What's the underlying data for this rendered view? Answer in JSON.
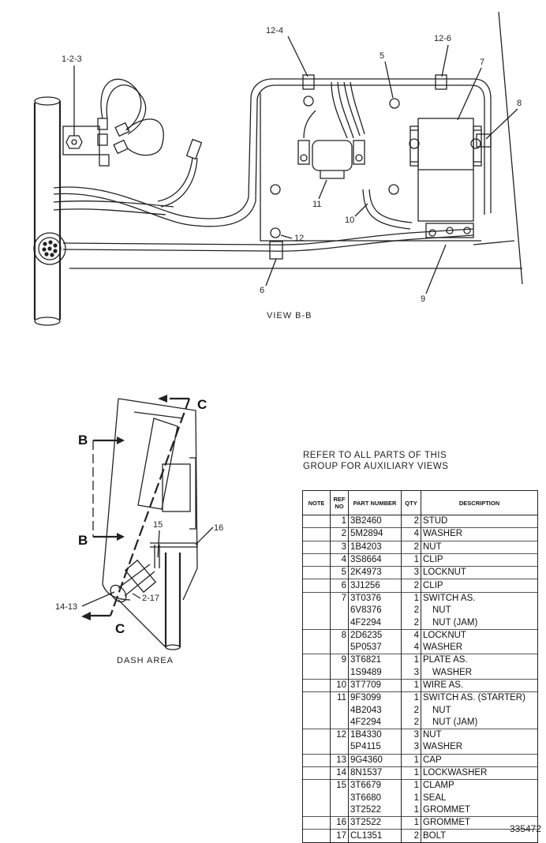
{
  "view_bb": {
    "caption": "VIEW B-B",
    "callouts": [
      "1-2-3",
      "12-4",
      "5",
      "12-6",
      "7",
      "8",
      "11",
      "10",
      "12",
      "6",
      "9"
    ]
  },
  "dash_area": {
    "caption": "DASH AREA",
    "section_letters": [
      "B",
      "B",
      "C",
      "C"
    ],
    "callouts": [
      "15",
      "16",
      "14-13",
      "2-17"
    ]
  },
  "refer_note": [
    "REFER TO ALL PARTS OF THIS",
    "GROUP FOR AUXILIARY VIEWS"
  ],
  "table": {
    "headers": {
      "note": "NOTE",
      "ref": "REF NO",
      "part": "PART NUMBER",
      "qty": "QTY",
      "desc": "DESCRIPTION"
    },
    "rows": [
      {
        "ref": "1",
        "part": "3B2460",
        "qty": "2",
        "desc": "STUD"
      },
      {
        "ref": "2",
        "part": "5M2894",
        "qty": "4",
        "desc": "WASHER"
      },
      {
        "ref": "3",
        "part": "1B4203",
        "qty": "2",
        "desc": "NUT"
      },
      {
        "ref": "4",
        "part": "3S8664",
        "qty": "1",
        "desc": "CLIP"
      },
      {
        "ref": "5",
        "part": "2K4973",
        "qty": "3",
        "desc": "LOCKNUT"
      },
      {
        "ref": "6",
        "part": "3J1256",
        "qty": "2",
        "desc": "CLIP"
      },
      {
        "ref": "7",
        "part": "3T0376",
        "qty": "1",
        "desc": "SWITCH AS."
      },
      {
        "ref": "",
        "part": "6V8376",
        "qty": "2",
        "desc": "NUT",
        "sub": true
      },
      {
        "ref": "",
        "part": "4F2294",
        "qty": "2",
        "desc": "NUT (JAM)",
        "sub": true
      },
      {
        "ref": "8",
        "part": "2D6235",
        "qty": "4",
        "desc": "LOCKNUT"
      },
      {
        "ref": "",
        "part": "5P0537",
        "qty": "4",
        "desc": "WASHER"
      },
      {
        "ref": "9",
        "part": "3T6821",
        "qty": "1",
        "desc": "PLATE AS."
      },
      {
        "ref": "",
        "part": "1S9489",
        "qty": "3",
        "desc": "WASHER",
        "sub": true
      },
      {
        "ref": "10",
        "part": "3T7709",
        "qty": "1",
        "desc": "WIRE AS."
      },
      {
        "ref": "11",
        "part": "9F3099",
        "qty": "1",
        "desc": "SWITCH AS. (STARTER)"
      },
      {
        "ref": "",
        "part": "4B2043",
        "qty": "2",
        "desc": "NUT",
        "sub": true
      },
      {
        "ref": "",
        "part": "4F2294",
        "qty": "2",
        "desc": "NUT (JAM)",
        "sub": true
      },
      {
        "ref": "12",
        "part": "1B4330",
        "qty": "3",
        "desc": "NUT"
      },
      {
        "ref": "",
        "part": "5P4115",
        "qty": "3",
        "desc": "WASHER"
      },
      {
        "ref": "13",
        "part": "9G4360",
        "qty": "1",
        "desc": "CAP"
      },
      {
        "ref": "14",
        "part": "8N1537",
        "qty": "1",
        "desc": "LOCKWASHER"
      },
      {
        "ref": "15",
        "part": "3T6679",
        "qty": "1",
        "desc": "CLAMP"
      },
      {
        "ref": "",
        "part": "3T6680",
        "qty": "1",
        "desc": "SEAL"
      },
      {
        "ref": "",
        "part": "3T2522",
        "qty": "1",
        "desc": "GROMMET"
      },
      {
        "ref": "16",
        "part": "3T2522",
        "qty": "1",
        "desc": "GROMMET"
      },
      {
        "ref": "17",
        "part": "CL1351",
        "qty": "2",
        "desc": "BOLT"
      }
    ]
  },
  "doc_number": "335472"
}
